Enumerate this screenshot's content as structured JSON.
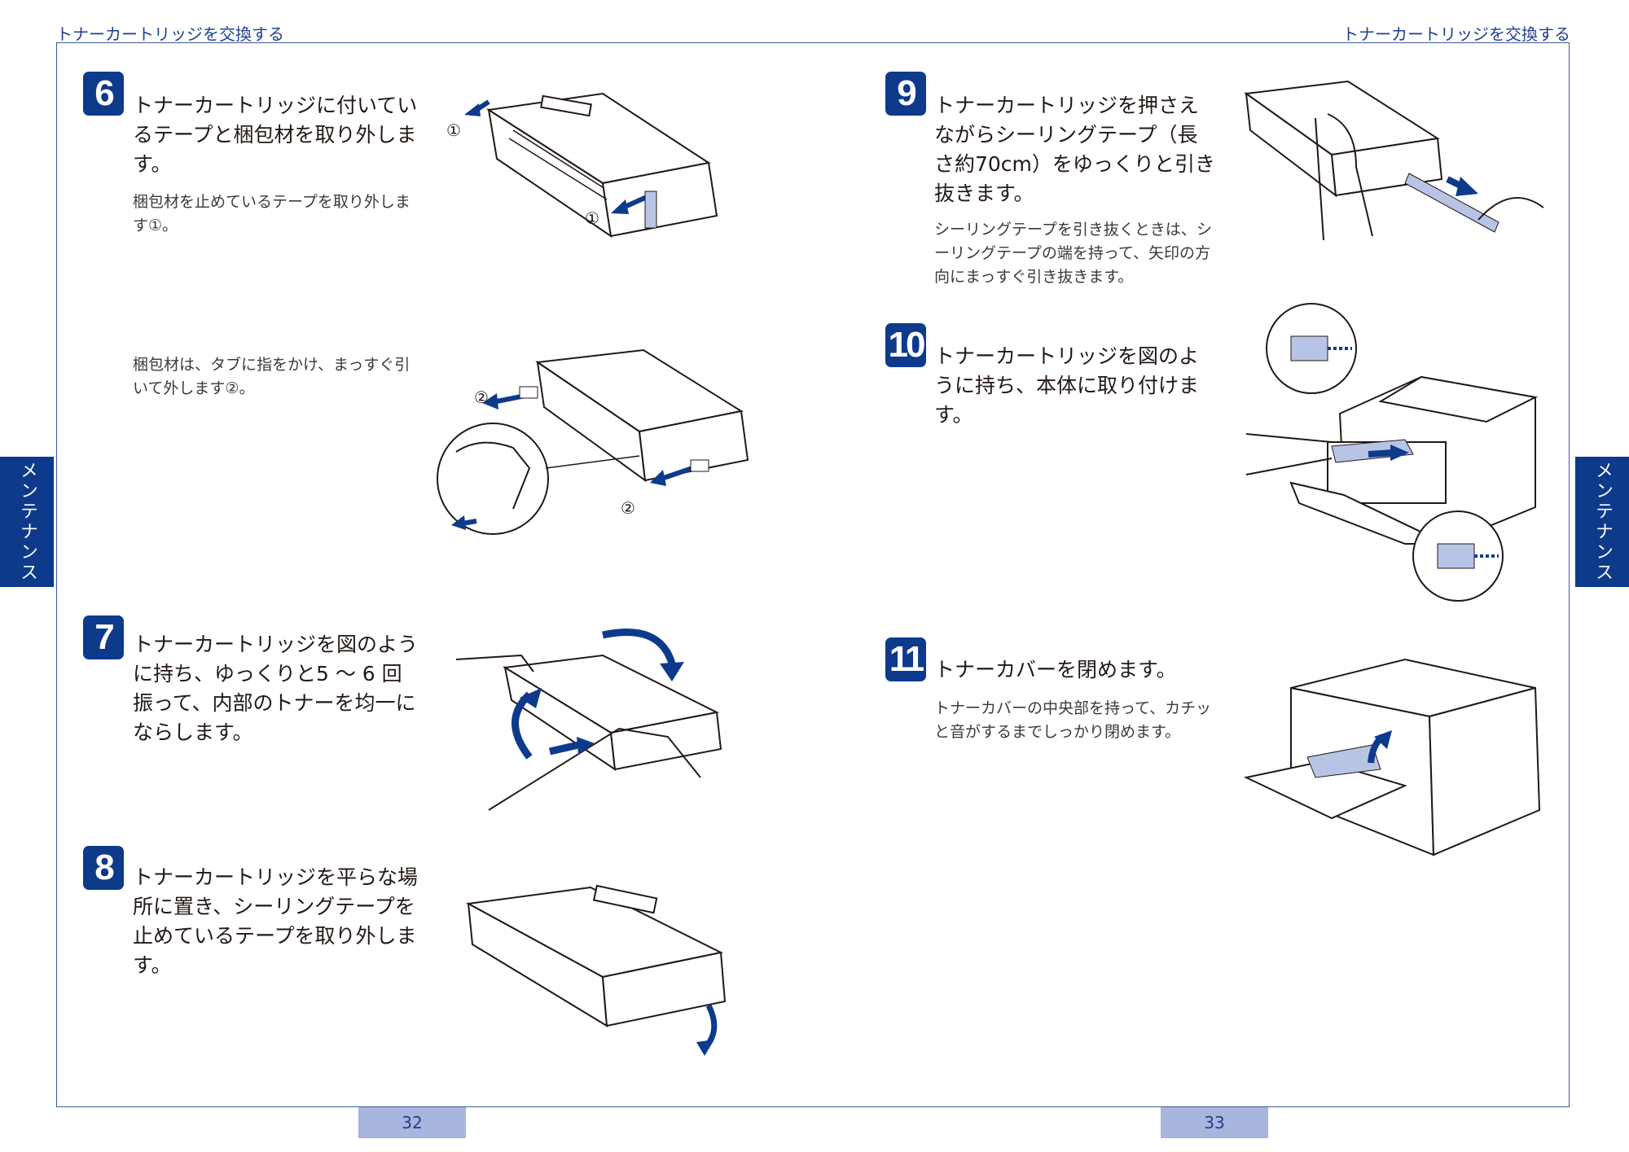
{
  "header": {
    "left": "トナーカートリッジを交換する",
    "right": "トナーカートリッジを交換する"
  },
  "side_tabs": {
    "left": "メンテナンス",
    "right": "メンテナンス"
  },
  "page_numbers": {
    "left": "32",
    "right": "33"
  },
  "steps": {
    "s6": {
      "number": "6",
      "title": "トナーカートリッジに付いているテープと梱包材を取り外します。",
      "note": "梱包材を止めているテープを取り外します①。"
    },
    "s6b": {
      "note": "梱包材は、タブに指をかけ、まっすぐ引いて外します②。"
    },
    "s7": {
      "number": "7",
      "title": "トナーカートリッジを図のように持ち、ゆっくりと5 ～ 6 回振って、内部のトナーを均一にならします。"
    },
    "s8": {
      "number": "8",
      "title": "トナーカートリッジを平らな場所に置き、シーリングテープを止めているテープを取り外します。"
    },
    "s9": {
      "number": "9",
      "title": "トナーカートリッジを押さえながらシーリングテープ（長さ約70cm）をゆっくりと引き抜きます。",
      "note": "シーリングテープを引き抜くときは、シーリングテープの端を持って、矢印の方向にまっすぐ引き抜きます。"
    },
    "s10": {
      "number": "10",
      "title": "トナーカートリッジを図のように持ち、本体に取り付けます。"
    },
    "s11": {
      "number": "11",
      "title": "トナーカバーを閉めます。",
      "note": "トナーカバーの中央部を持って、カチッと音がするまでしっかり閉めます。"
    }
  },
  "callouts": {
    "c1": "①",
    "c2": "②"
  },
  "colors": {
    "accent": "#0e3a8c",
    "tab_light": "#a7b5df",
    "rule": "#3d5a99"
  }
}
